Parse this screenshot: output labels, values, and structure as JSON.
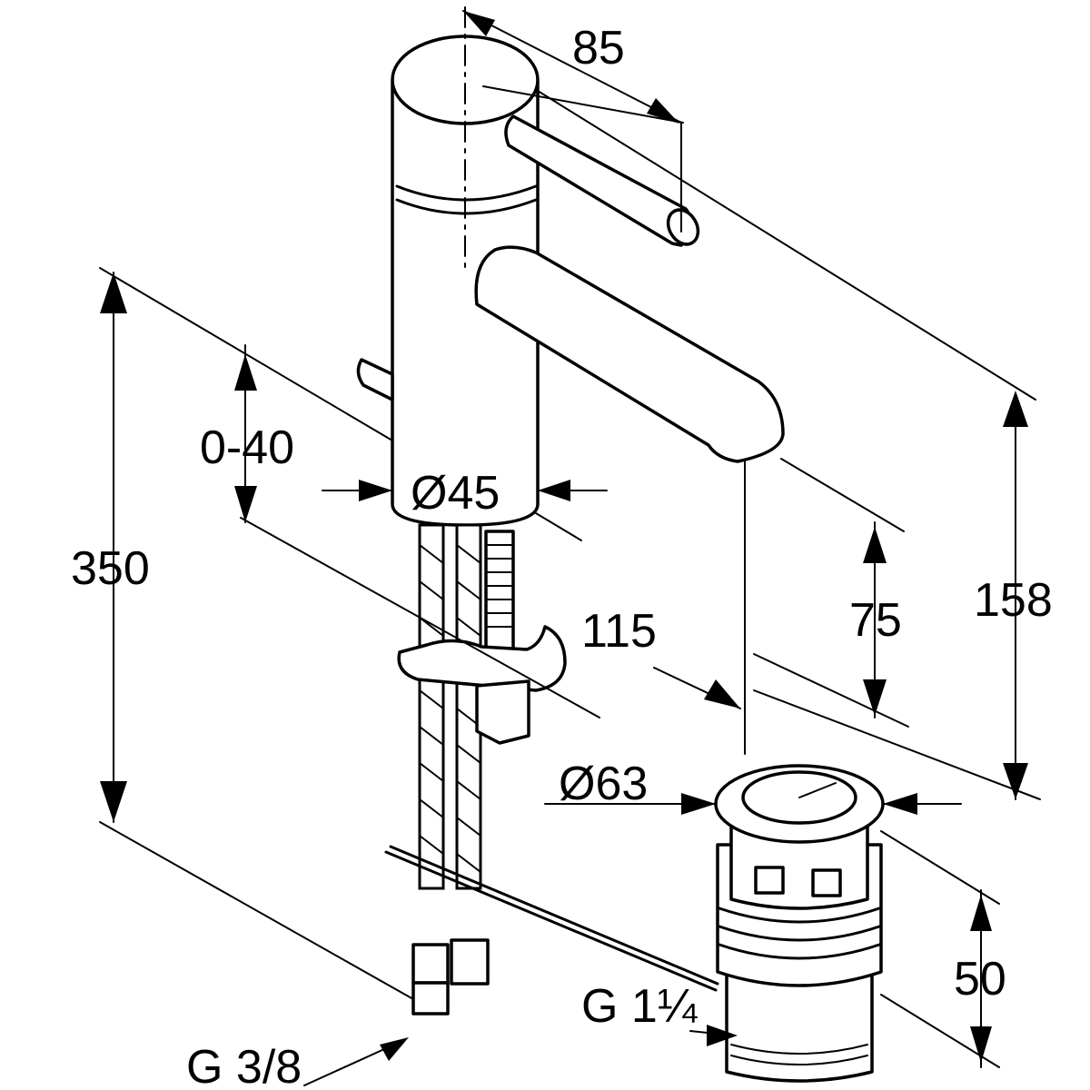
{
  "dimensions": {
    "d85": "85",
    "d0_40": "0-40",
    "d45": "Ø45",
    "d350": "350",
    "d115": "115",
    "d75": "75",
    "d158": "158",
    "d63": "Ø63",
    "d50": "50",
    "g38": "G 3/8",
    "g114": "G 1¼"
  },
  "colors": {
    "line": "#000000",
    "background": "#ffffff"
  }
}
